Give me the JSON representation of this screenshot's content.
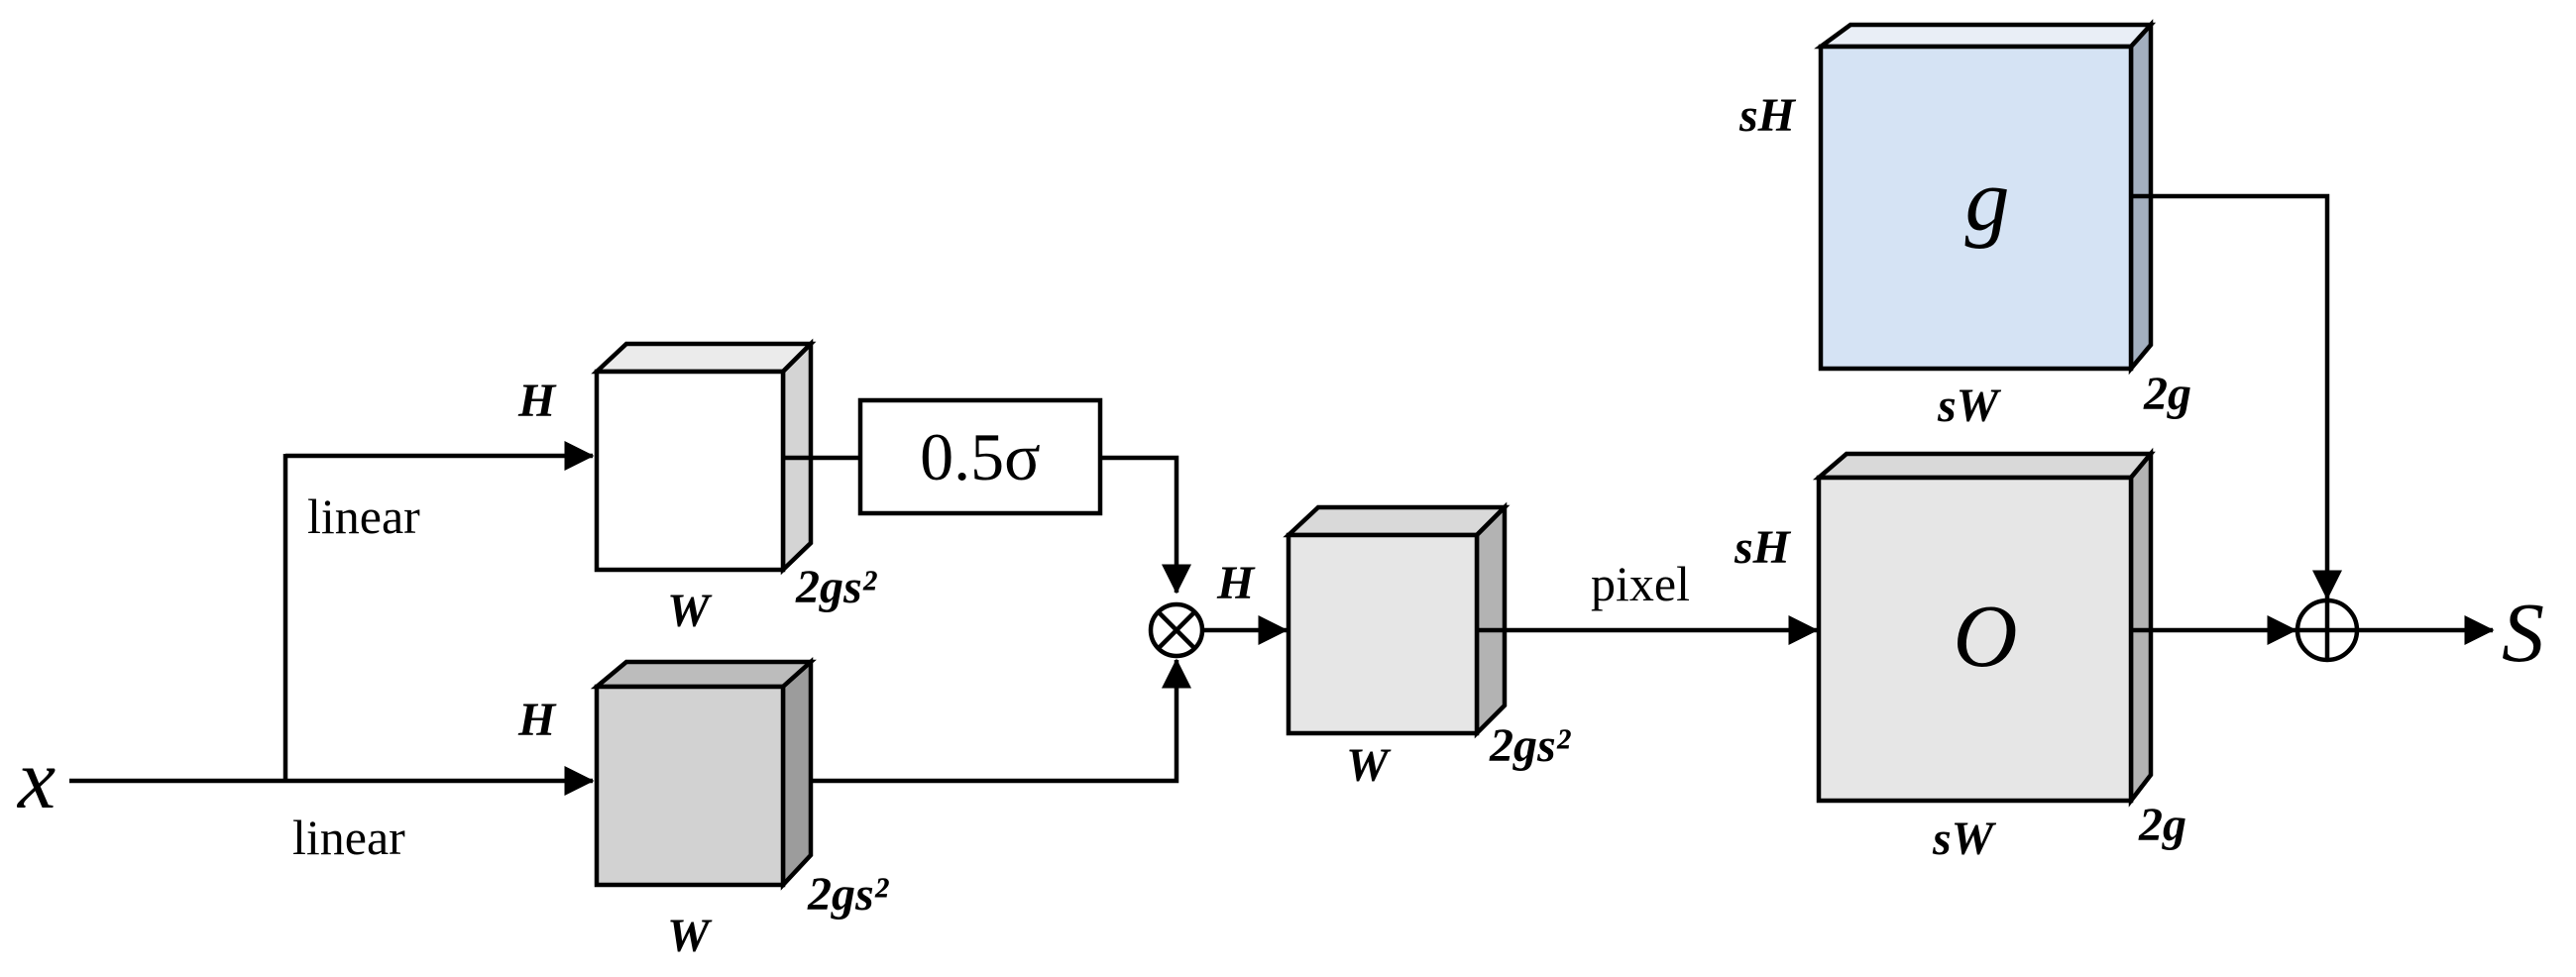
{
  "diagram": {
    "input_label": "x",
    "output_label": "S",
    "top_branch_label": "linear",
    "bottom_branch_label": "linear",
    "sigmoid_label": "0.5σ",
    "multiply_symbol": "⊗",
    "add_symbol": "⊕",
    "pixel_label": "pixel",
    "top_cube": {
      "height_label": "H",
      "width_label": "W",
      "depth_label": "2gs²"
    },
    "bottom_cube": {
      "height_label": "H",
      "width_label": "W",
      "depth_label": "2gs²"
    },
    "mid_cube": {
      "height_label": "H",
      "width_label": "W",
      "depth_label": "2gs²"
    },
    "o_cube": {
      "content_label": "O",
      "height_label": "sH",
      "width_label": "sW",
      "depth_label": "2g"
    },
    "g_cube": {
      "content_label": "g",
      "height_label": "sH",
      "width_label": "sW",
      "depth_label": "2g"
    },
    "colors": {
      "white_face": "#ffffff",
      "white_side": "#d4d4d4",
      "white_top": "#ebebeb",
      "gray_face": "#d2d2d2",
      "gray_side": "#9c9c9c",
      "gray_top": "#bcbcbc",
      "light_face": "#e6e6e6",
      "light_side": "#b3b3b3",
      "light_top": "#d9d9d9",
      "blue_face": "#d5e3f4",
      "blue_side": "#a3afbf",
      "blue_top": "#e9eef6",
      "stroke": "#000000"
    }
  }
}
